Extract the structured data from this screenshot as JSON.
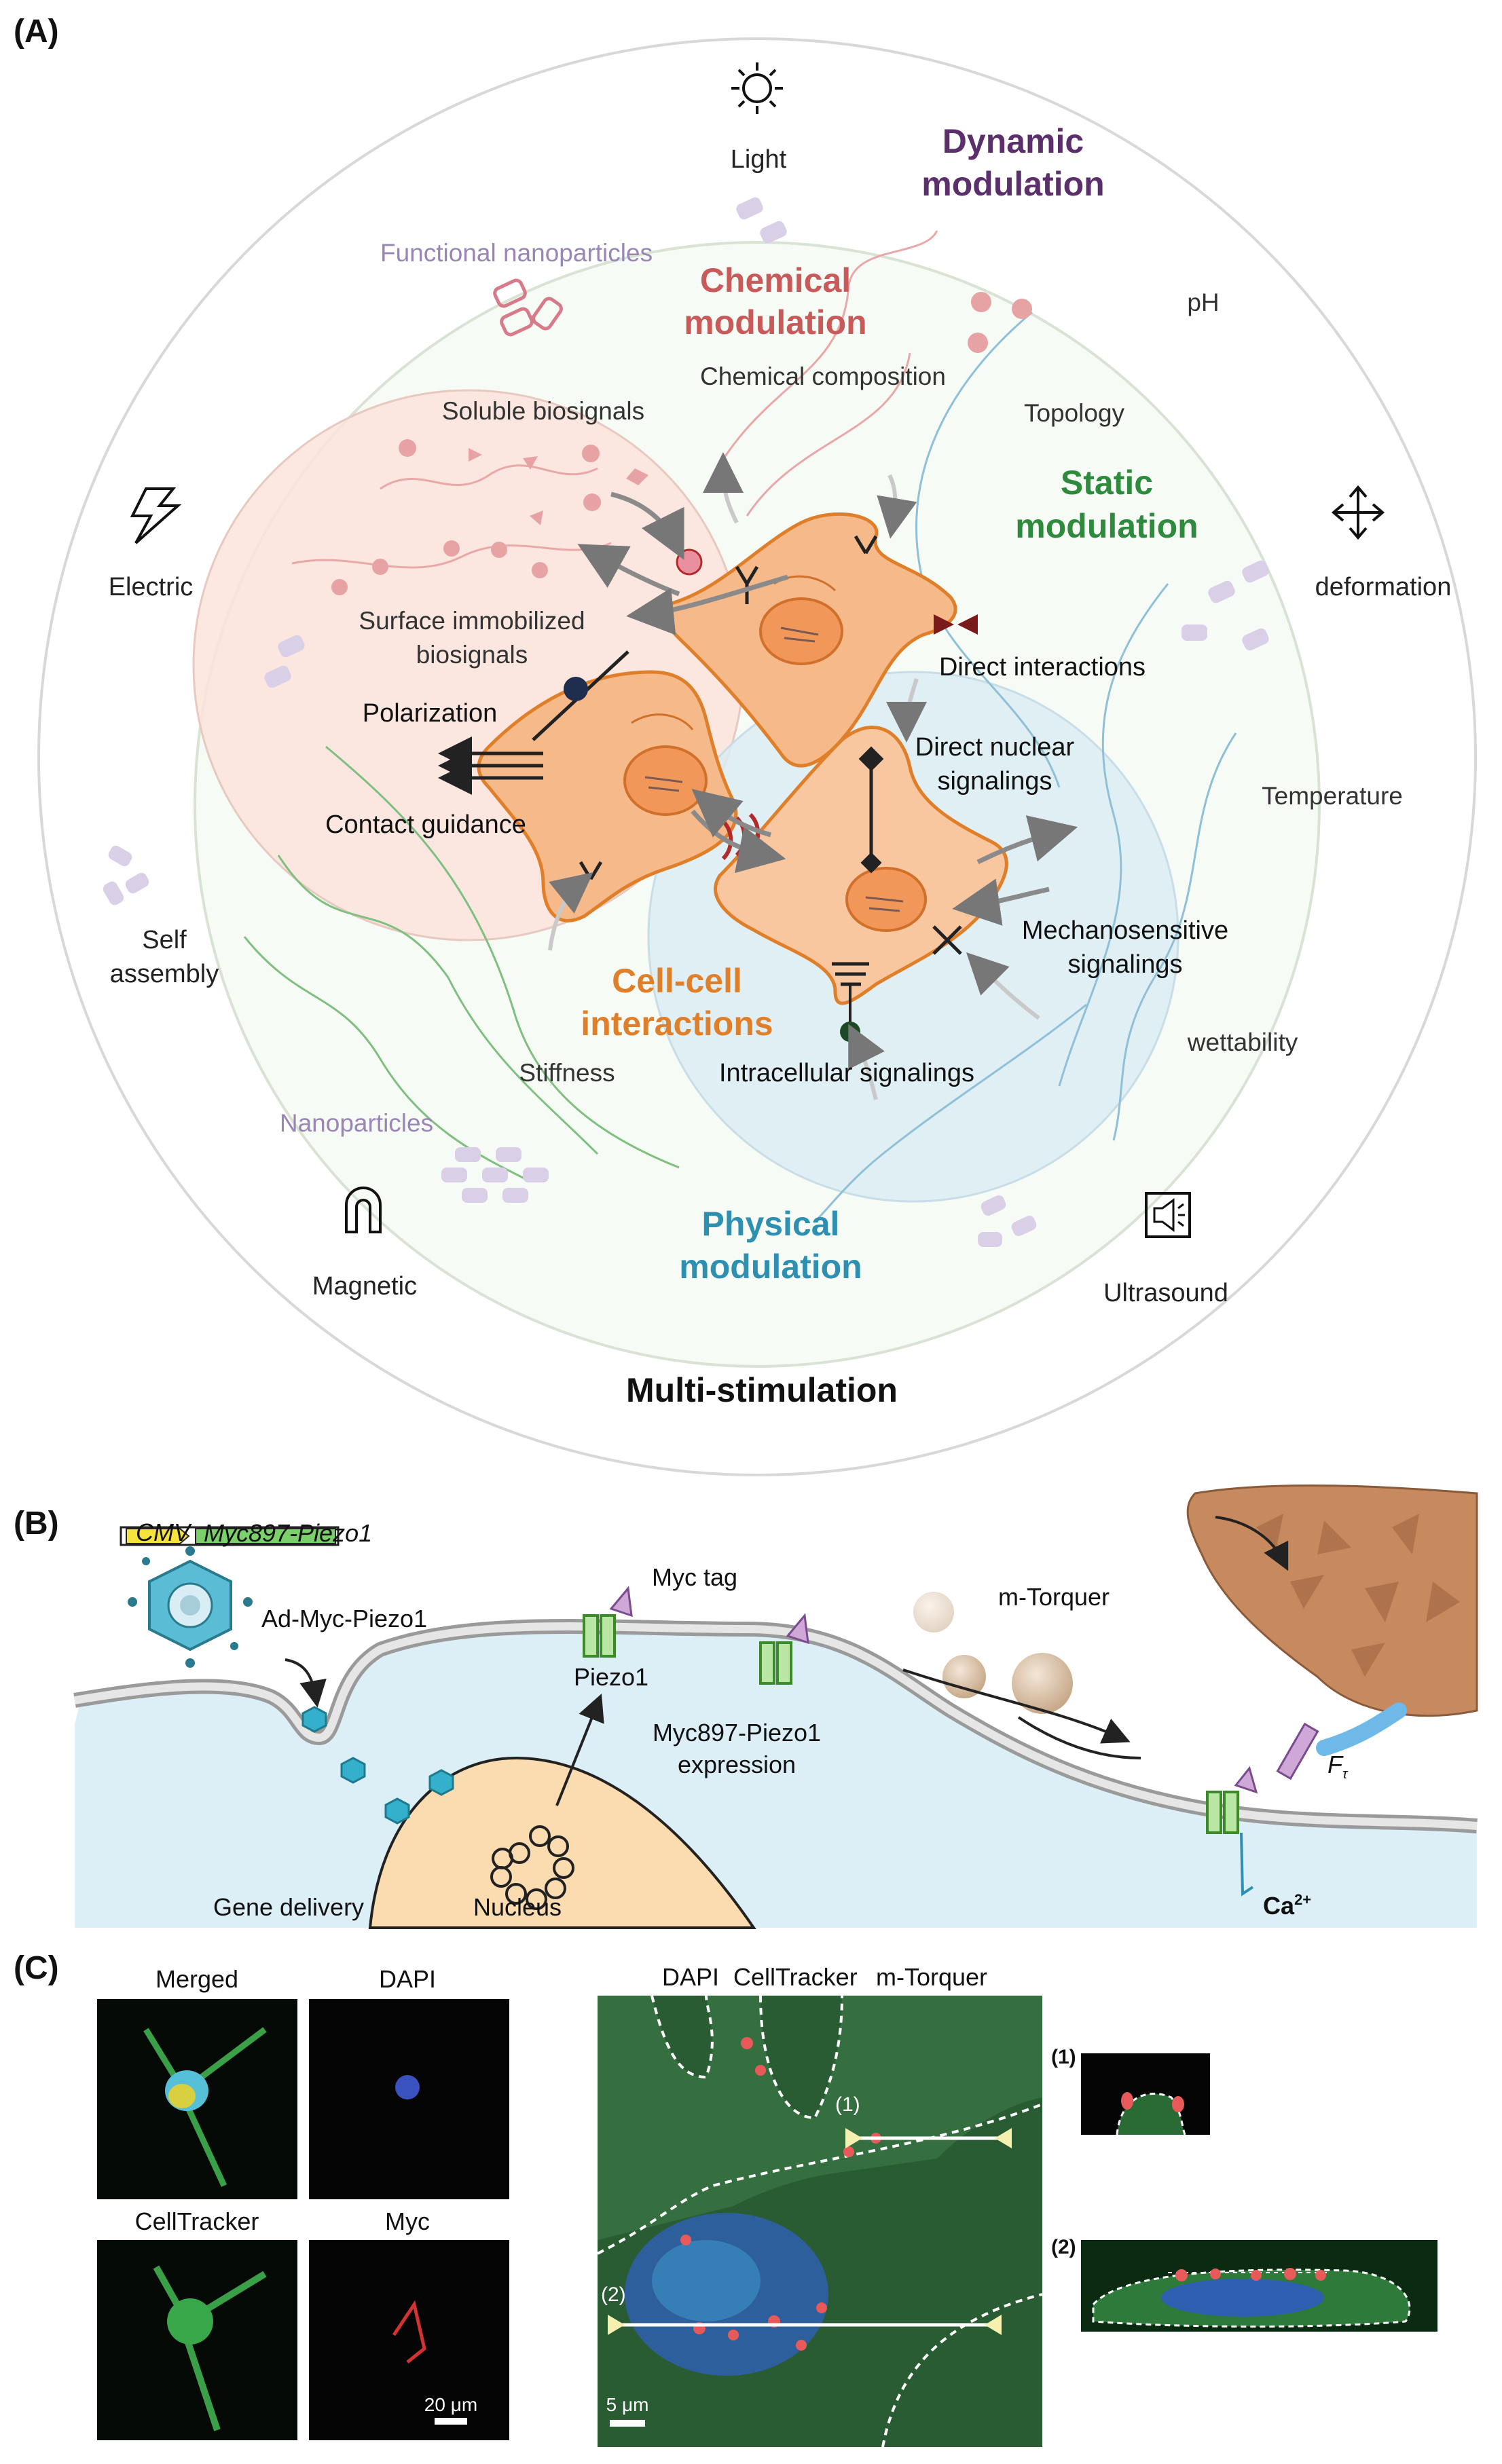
{
  "panels": {
    "a": "(A)",
    "b": "(B)",
    "c": "(C)"
  },
  "panel_a": {
    "rings": {
      "dynamic": "Dynamic modulation",
      "chemical": "Chemical modulation",
      "static": "Static modulation",
      "physical": "Physical modulation",
      "cellcell": "Cell-cell interactions",
      "multi": "Multi-stimulation"
    },
    "outer": {
      "light": "Light",
      "electric": "Electric",
      "deformation": "deformation",
      "self_assembly_1": "Self",
      "self_assembly_2": "assembly",
      "magnetic": "Magnetic",
      "ultrasound": "Ultrasound",
      "functional_np": "Functional nanoparticles",
      "nanoparticles": "Nanoparticles"
    },
    "middle": {
      "ph": "pH",
      "temperature": "Temperature",
      "wettability": "wettability",
      "chemical_composition": "Chemical composition",
      "topology": "Topology",
      "stiffness": "Stiffness"
    },
    "inner": {
      "soluble": "Soluble biosignals",
      "surface_1": "Surface immobilized",
      "surface_2": "biosignals",
      "polarization": "Polarization",
      "contact": "Contact guidance",
      "direct_inter": "Direct interactions",
      "direct_nuc_1": "Direct nuclear",
      "direct_nuc_2": "signalings",
      "mechano_1": "Mechanosensitive",
      "mechano_2": "signalings",
      "intracellular": "Intracellular signalings"
    }
  },
  "panel_b": {
    "cmv": "CMV",
    "construct": "Myc897-Piezo1",
    "ad": "Ad-Myc-Piezo1",
    "myc_tag": "Myc tag",
    "piezo1": "Piezo1",
    "expression_1": "Myc897-Piezo1",
    "expression_2": "expression",
    "m_torquer": "m-Torquer",
    "gene_delivery": "Gene delivery",
    "nucleus": "Nucleus",
    "ca": "Ca",
    "ca_sup": "2+",
    "force": "F",
    "force_sub": "τ"
  },
  "panel_c": {
    "merged": "Merged",
    "dapi": "DAPI",
    "celltracker": "CellTracker",
    "myc": "Myc",
    "scale_20": "20 μm",
    "scale_5": "5 μm",
    "legend_dapi": "DAPI",
    "legend_ct": "CellTracker",
    "legend_mt": "m-Torquer",
    "line_1": "(1)",
    "line_2": "(2)",
    "inset_1": "(1)",
    "inset_2": "(2)"
  },
  "colors": {
    "dynamic": "#5a2f6b",
    "chemical": "#c95a5a",
    "static": "#2e8b3e",
    "physical": "#2f8fb0",
    "cellcell": "#e07f2a",
    "cell_fill": "#f6b98a"
  }
}
